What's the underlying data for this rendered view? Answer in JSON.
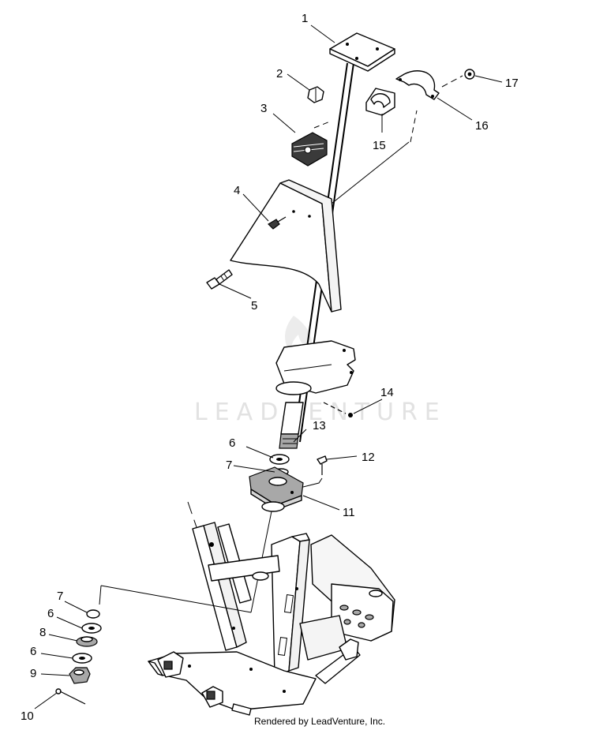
{
  "callouts": [
    {
      "id": "1",
      "label": "1"
    },
    {
      "id": "2",
      "label": "2"
    },
    {
      "id": "3",
      "label": "3"
    },
    {
      "id": "4",
      "label": "4"
    },
    {
      "id": "5",
      "label": "5"
    },
    {
      "id": "6a",
      "label": "6"
    },
    {
      "id": "7a",
      "label": "7"
    },
    {
      "id": "11",
      "label": "11"
    },
    {
      "id": "12",
      "label": "12"
    },
    {
      "id": "13",
      "label": "13"
    },
    {
      "id": "14",
      "label": "14"
    },
    {
      "id": "15",
      "label": "15"
    },
    {
      "id": "16",
      "label": "16"
    },
    {
      "id": "17",
      "label": "17"
    },
    {
      "id": "7b",
      "label": "7"
    },
    {
      "id": "6b",
      "label": "6"
    },
    {
      "id": "8",
      "label": "8"
    },
    {
      "id": "6c",
      "label": "6"
    },
    {
      "id": "9",
      "label": "9"
    },
    {
      "id": "10",
      "label": "10"
    }
  ],
  "watermark": "LEADVENTURE",
  "footer": "Rendered by LeadVenture, Inc."
}
